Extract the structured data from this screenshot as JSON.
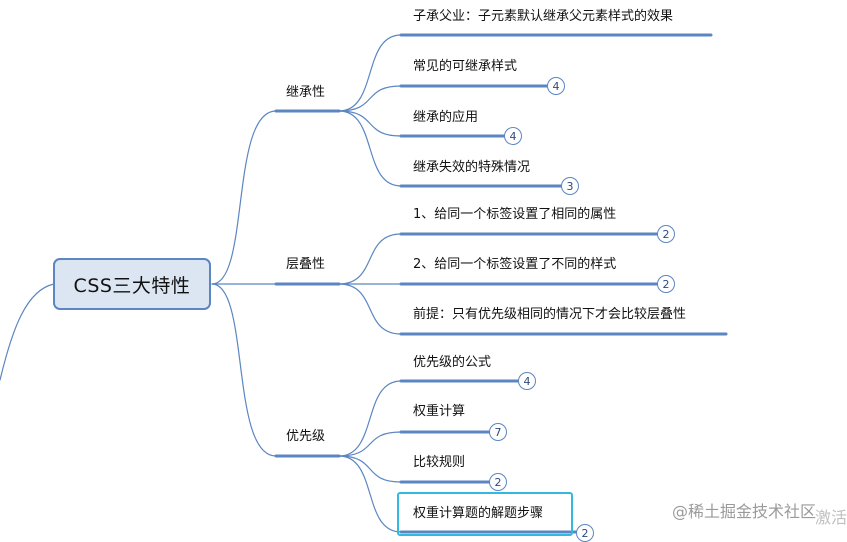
{
  "root": {
    "label": "CSS三大特性"
  },
  "branches": [
    {
      "label": "继承性",
      "children": [
        {
          "label": "子承父业：子元素默认继承父元素样式的效果",
          "count": ""
        },
        {
          "label": "常见的可继承样式",
          "count": "4"
        },
        {
          "label": "继承的应用",
          "count": "4"
        },
        {
          "label": "继承失效的特殊情况",
          "count": "3"
        }
      ]
    },
    {
      "label": "层叠性",
      "children": [
        {
          "label": "1、给同一个标签设置了相同的属性",
          "count": "2"
        },
        {
          "label": "2、给同一个标签设置了不同的样式",
          "count": "2"
        },
        {
          "label": "前提：只有优先级相同的情况下才会比较层叠性",
          "count": ""
        }
      ]
    },
    {
      "label": "优先级",
      "children": [
        {
          "label": "优先级的公式",
          "count": "4"
        },
        {
          "label": "权重计算",
          "count": "7"
        },
        {
          "label": "比较规则",
          "count": "2"
        },
        {
          "label": "权重计算题的解题步骤",
          "count": "2"
        }
      ]
    }
  ],
  "watermark": {
    "text": "@稀土掘金技术社区",
    "overlay": "激活"
  },
  "colors": {
    "line": "#5b86c2",
    "root_fill": "#dce6f2",
    "selection": "#35b8e0"
  }
}
